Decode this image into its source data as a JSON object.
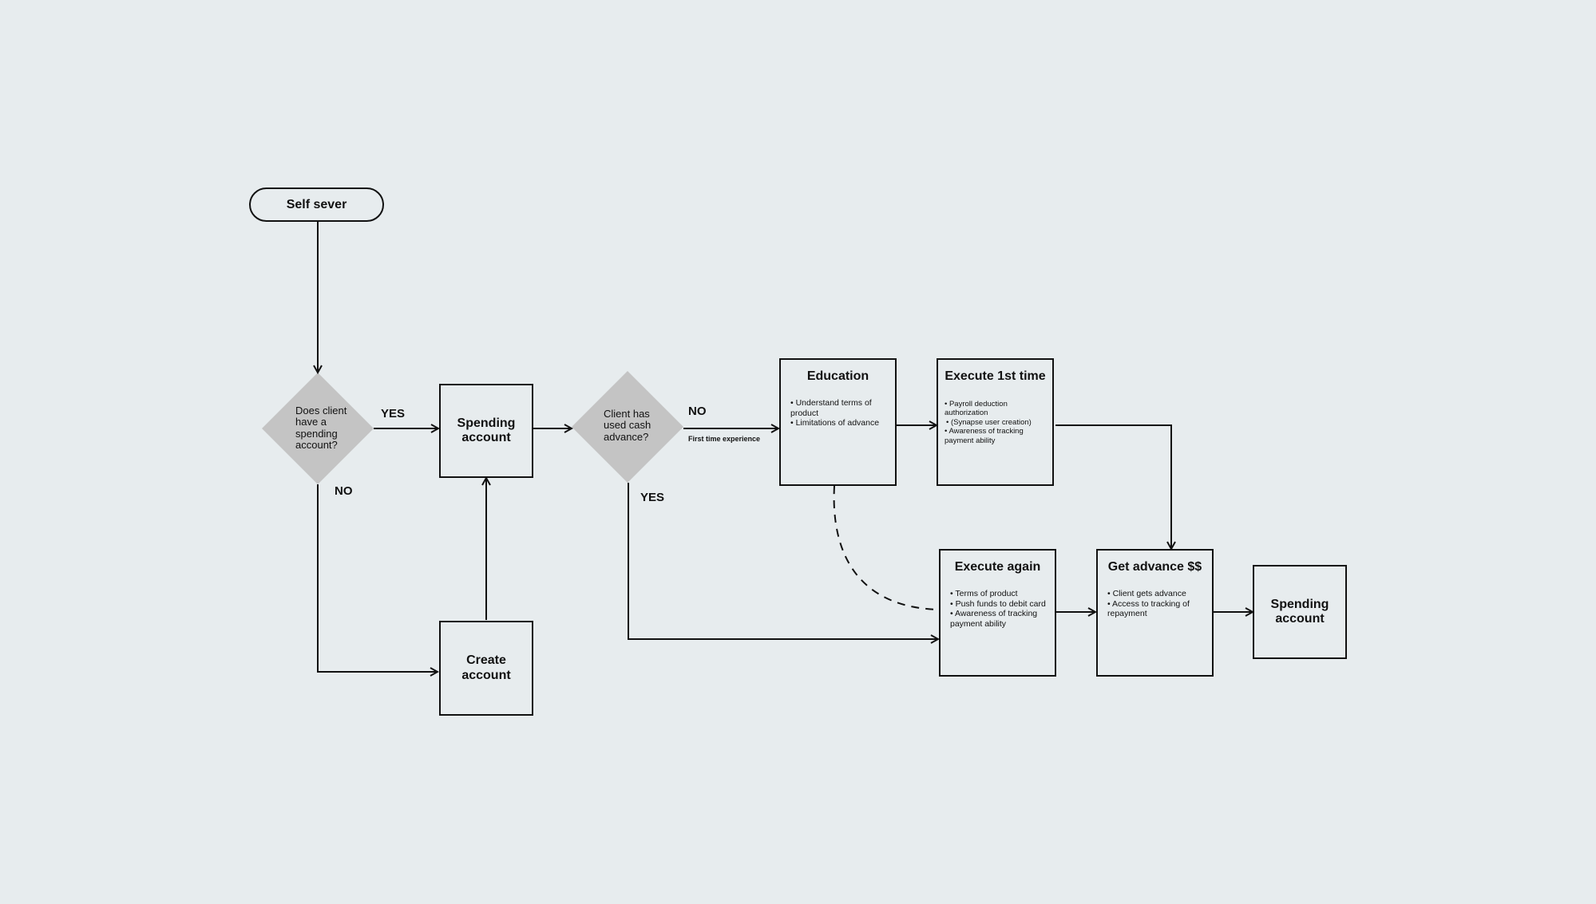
{
  "nodes": {
    "start": {
      "label": "Self sever"
    },
    "decision_spending": {
      "label": "Does client have a spending account?"
    },
    "spending_account_1": {
      "label": "Spending account"
    },
    "create_account": {
      "label": "Create account"
    },
    "decision_cash_advance": {
      "label": "Client has used cash advance?"
    },
    "education": {
      "title": "Education",
      "bullets": [
        "Understand terms of product",
        "Limitations of advance"
      ]
    },
    "execute_first": {
      "title": "Execute 1st time",
      "bullets": [
        "Payroll deduction authorization",
        "(Synapse user creation)",
        "Awareness of tracking payment ability"
      ]
    },
    "execute_again": {
      "title": "Execute again",
      "bullets": [
        "Terms of product",
        "Push funds to debit card",
        "Awareness of tracking payment ability"
      ]
    },
    "get_advance": {
      "title": "Get advance $$",
      "bullets": [
        "Client gets advance",
        "Access to tracking of repayment"
      ]
    },
    "spending_account_2": {
      "label": "Spending account"
    }
  },
  "edge_labels": {
    "yes_1": "YES",
    "no_1": "NO",
    "no_2": "NO",
    "first_time": "First time experience",
    "yes_2": "YES"
  },
  "colors": {
    "background": "#e7ecee",
    "stroke": "#111111",
    "diamond_fill": "#c4c4c4"
  }
}
